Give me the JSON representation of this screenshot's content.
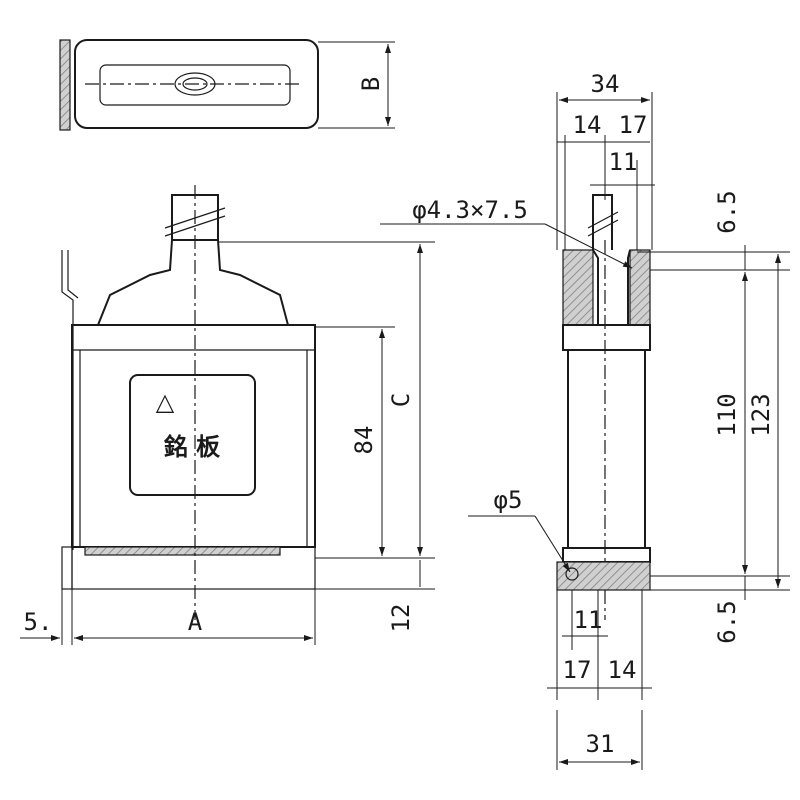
{
  "labels": {
    "B": "B",
    "C": "C",
    "A": "A",
    "d84": "84",
    "d12": "12",
    "d5": "5.",
    "d34": "34",
    "d14_top": "14",
    "d17_top": "17",
    "d11_top": "11",
    "d6_5_top": "6.5",
    "hole_slot": "φ4.3×7.5",
    "d110": "110",
    "d123": "123",
    "hole_round": "φ5",
    "d11_bot": "11",
    "d6_5_bot": "6.5",
    "d17_bot": "17",
    "d14_bot": "14",
    "d31": "31",
    "nameplate_text": "銘 板",
    "nameplate_symbol": "△"
  },
  "colors": {
    "line": "#1a1a1a",
    "hatch": "#bdbdbd",
    "background": "#ffffff"
  }
}
